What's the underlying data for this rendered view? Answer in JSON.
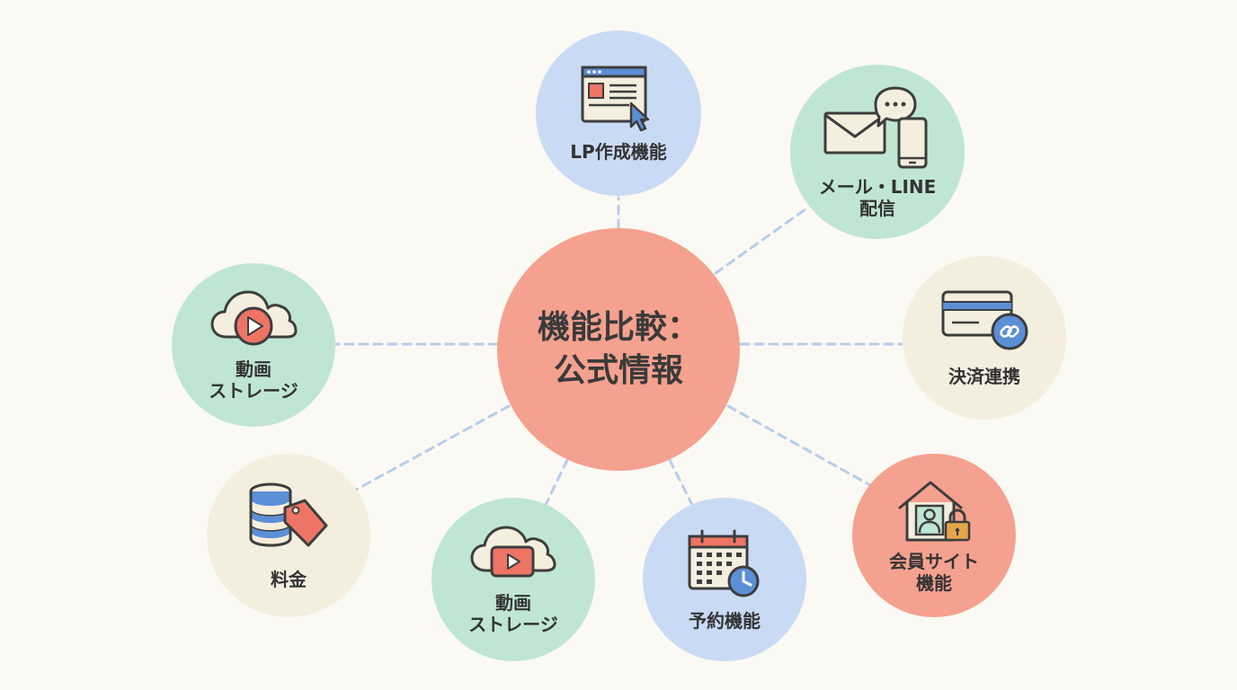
{
  "center": {
    "line1": "機能比較：",
    "line2": "公式情報"
  },
  "colors": {
    "background": "#fbf9f3",
    "center": "#f5a18f",
    "blue": "#c9daf4",
    "green": "#bfe6d3",
    "beige": "#f4eedf",
    "salmon": "#f5a18f",
    "connector": "#b6cdec",
    "icon_stroke": "#3d3d3d",
    "icon_blue": "#5b8fd6",
    "icon_red": "#ee7565"
  },
  "nodes": [
    {
      "key": "lp",
      "lines": [
        "LP作成機能"
      ],
      "icon": "browser-cursor-icon"
    },
    {
      "key": "mail",
      "lines": [
        "メール・LINE",
        "配信"
      ],
      "icon": "mail-chat-phone-icon"
    },
    {
      "key": "payment",
      "lines": [
        "決済連携"
      ],
      "icon": "card-link-icon"
    },
    {
      "key": "member",
      "lines": [
        "会員サイト",
        "機能"
      ],
      "icon": "house-lock-icon"
    },
    {
      "key": "booking",
      "lines": [
        "予約機能"
      ],
      "icon": "calendar-clock-icon"
    },
    {
      "key": "video_bottom",
      "lines": [
        "動画",
        "ストレージ"
      ],
      "icon": "cloud-video-icon"
    },
    {
      "key": "price",
      "lines": [
        "料金"
      ],
      "icon": "database-tag-icon"
    },
    {
      "key": "video_left",
      "lines": [
        "動画",
        "ストレージ"
      ],
      "icon": "cloud-play-icon"
    }
  ]
}
